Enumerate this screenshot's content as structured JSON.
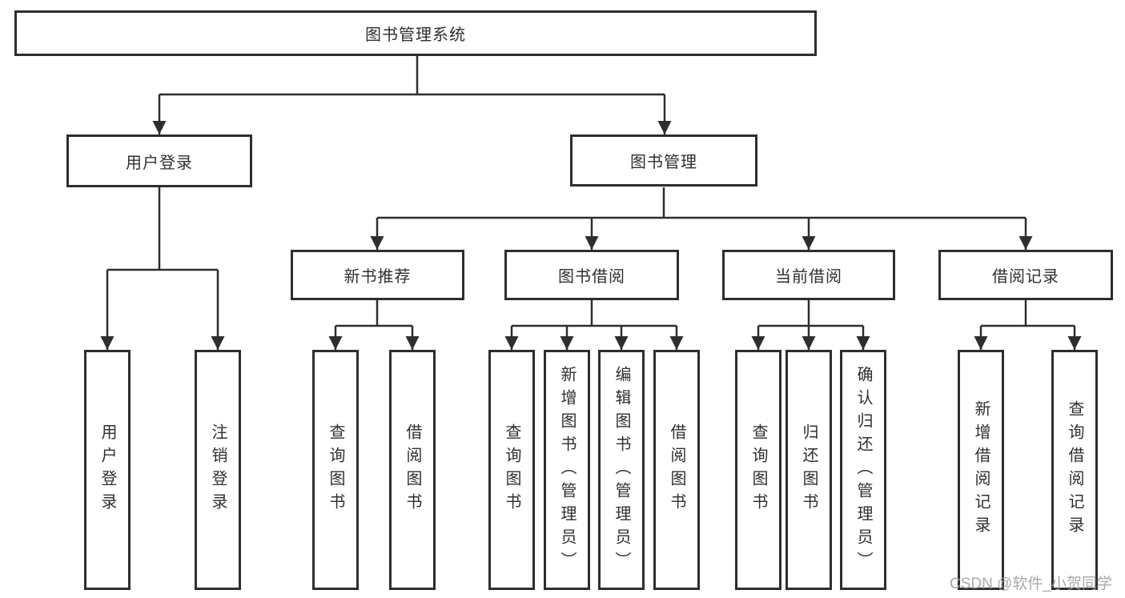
{
  "diagram": {
    "type": "hierarchy-tree",
    "background": "#ffffff",
    "line_color": "#2e2e2e",
    "text_color": "#2f2f2f",
    "tree": {
      "label": "图书管理系统",
      "children": [
        {
          "label": "用户登录",
          "children": [
            {
              "label": "用户登录"
            },
            {
              "label": "注销登录"
            }
          ]
        },
        {
          "label": "图书管理",
          "children": [
            {
              "label": "新书推荐",
              "children": [
                {
                  "label": "查询图书"
                },
                {
                  "label": "借阅图书"
                }
              ]
            },
            {
              "label": "图书借阅",
              "children": [
                {
                  "label": "查询图书"
                },
                {
                  "label": "新增图书（管理员）"
                },
                {
                  "label": "编辑图书（管理员）"
                },
                {
                  "label": "借阅图书"
                }
              ]
            },
            {
              "label": "当前借阅",
              "children": [
                {
                  "label": "查询图书"
                },
                {
                  "label": "归还图书"
                },
                {
                  "label": "确认归还（管理员）"
                }
              ]
            },
            {
              "label": "借阅记录",
              "children": [
                {
                  "label": "新增借阅记录"
                },
                {
                  "label": "查询借阅记录"
                }
              ]
            }
          ]
        }
      ]
    },
    "watermark": {
      "text": "CSDN @软件_小贺同学",
      "color": "#a0a0a0"
    }
  }
}
